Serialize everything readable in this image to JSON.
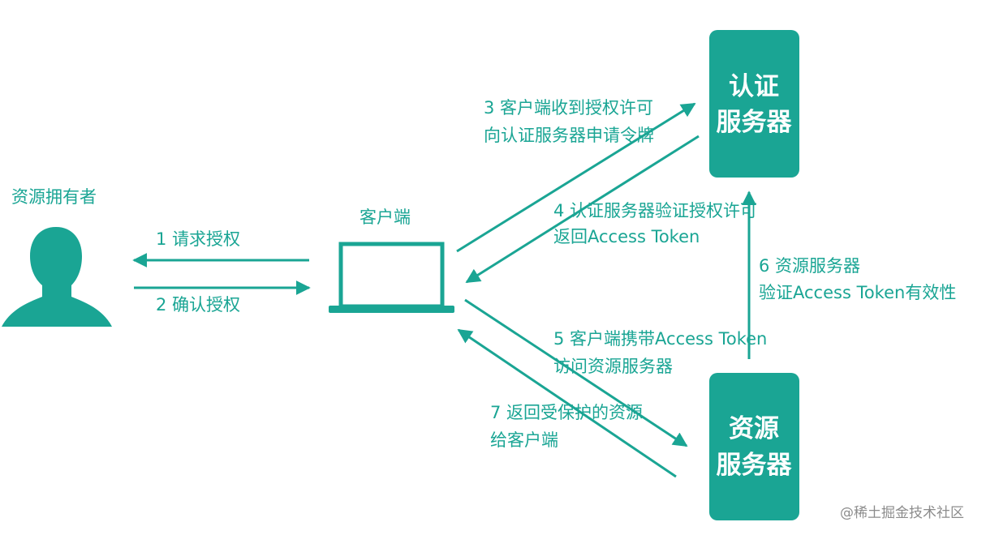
{
  "colors": {
    "accent": "#1aa594",
    "watermark": "#8c8c8c"
  },
  "owner": {
    "label": "资源拥有者",
    "icon": "person-icon"
  },
  "client": {
    "label": "客户端",
    "icon": "laptop-icon"
  },
  "auth_server": {
    "line1": "认证",
    "line2": "服务器"
  },
  "resource_server": {
    "line1": "资源",
    "line2": "服务器"
  },
  "steps": {
    "s1": "1 请求授权",
    "s2": "2 确认授权",
    "s3a": "3 客户端收到授权许可",
    "s3b": "向认证服务器申请令牌",
    "s4a": "4 认证服务器验证授权许可",
    "s4b": "返回Access Token",
    "s5a": "5 客户端携带Access Token",
    "s5b": "访问资源服务器",
    "s6a": "6 资源服务器",
    "s6b": "验证Access Token有效性",
    "s7a": "7 返回受保护的资源",
    "s7b": "给客户端"
  },
  "watermark": "@稀土掘金技术社区"
}
